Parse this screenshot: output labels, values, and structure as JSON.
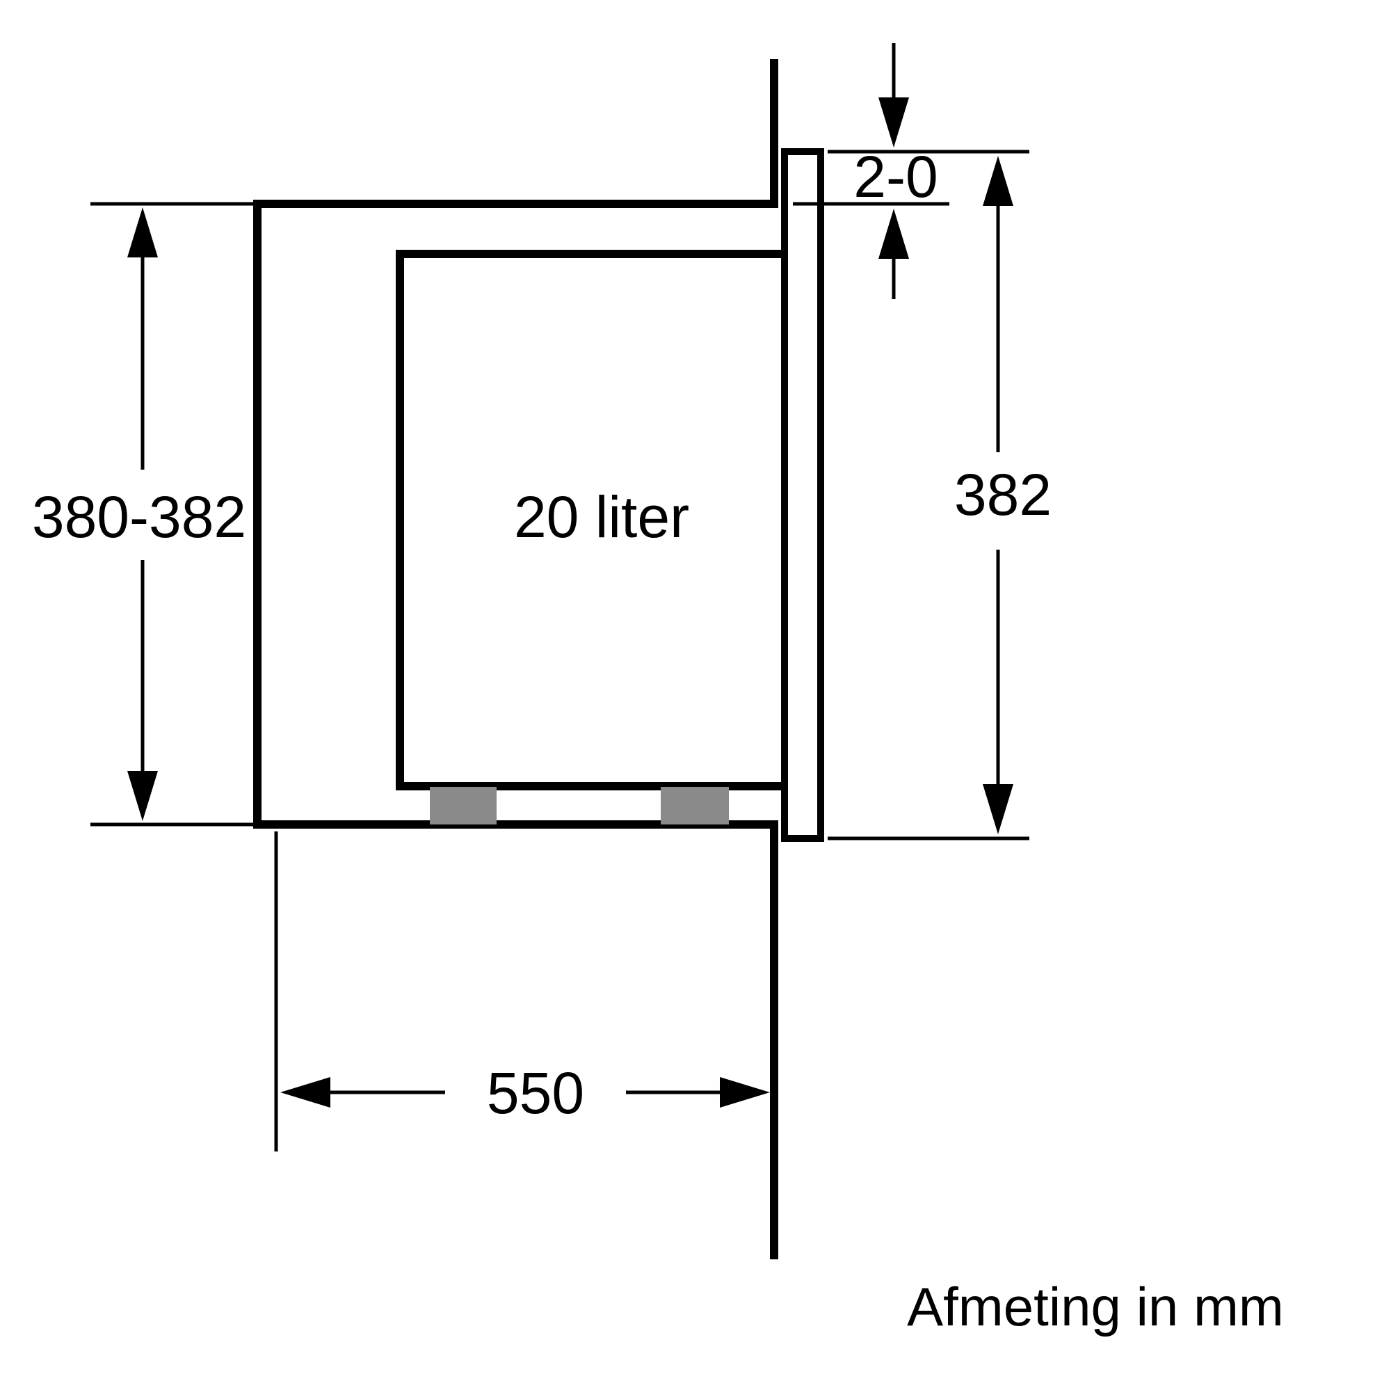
{
  "diagram": {
    "title": "Built-in appliance niche installation drawing",
    "labels": {
      "niche_height": "380-382",
      "top_gap": "2-0",
      "frame_height": "382",
      "niche_width": "550",
      "capacity": "20 liter",
      "units_note": "Afmeting in mm"
    },
    "colors": {
      "line": "#000000",
      "foot": "#8a8a8a",
      "background": "#ffffff"
    }
  }
}
